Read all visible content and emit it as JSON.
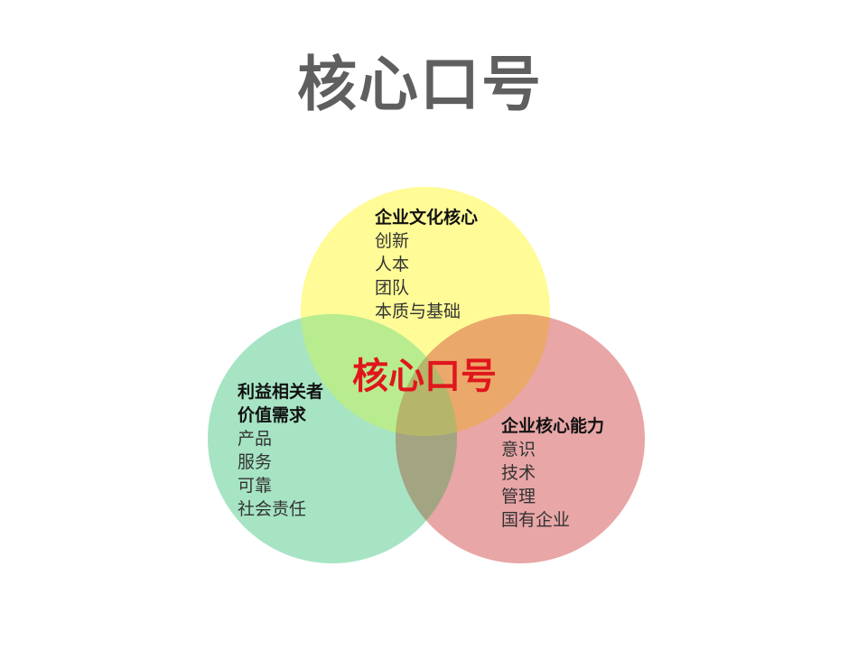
{
  "title": "核心口号",
  "center_label": "核心口号",
  "colors": {
    "title": "#5f5f5f",
    "center_label": "#e0161c",
    "culture_circle": "#fffb96",
    "stakeholder_circle": "#a6e4c4",
    "capability_circle": "#e8a6a6",
    "overlap_top_left": "#b9ec8e",
    "overlap_top_right": "#eba86b",
    "overlap_bottom": "#a3a582",
    "overlap_center": "#b5b669"
  },
  "circles": {
    "culture": {
      "heading": "企业文化核心",
      "items": [
        "创新",
        "人本",
        "团队",
        "本质与基础"
      ]
    },
    "stakeholder": {
      "heading_line1": "利益相关者",
      "heading_line2": "价值需求",
      "items": [
        "产品",
        "服务",
        "可靠",
        "社会责任"
      ]
    },
    "capability": {
      "heading": "企业核心能力",
      "items": [
        "意识",
        "技术",
        "管理",
        "国有企业"
      ]
    }
  }
}
